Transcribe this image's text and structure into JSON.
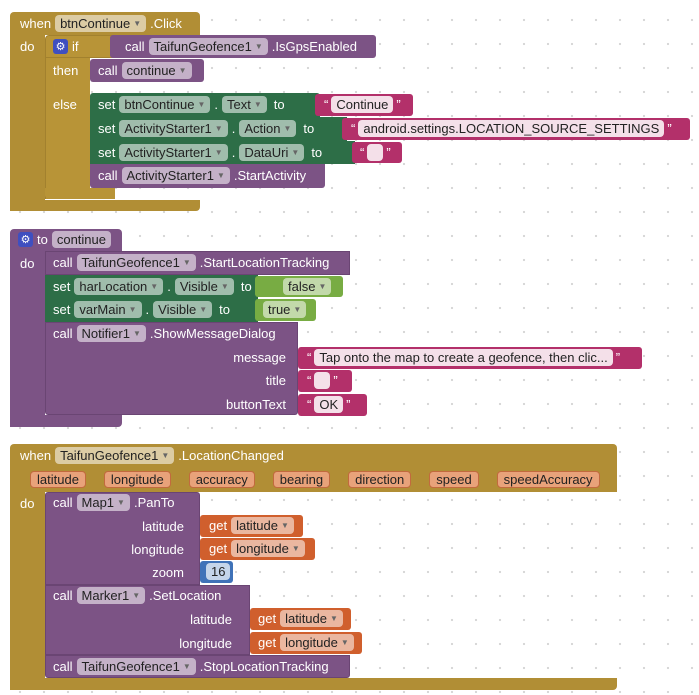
{
  "block1": {
    "when": "when",
    "component": "btnContinue",
    "event": ".Click",
    "do": "do",
    "if": "if",
    "then": "then",
    "else": "else",
    "cond": {
      "call": "call",
      "component": "TaifunGeofence1",
      "method": ".IsGpsEnabled"
    },
    "then_call": {
      "call": "call",
      "proc": "continue"
    },
    "set1": {
      "set": "set",
      "component": "btnContinue",
      "prop": "Text",
      "to": "to",
      "value": "Continue"
    },
    "set2": {
      "set": "set",
      "component": "ActivityStarter1",
      "prop": "Action",
      "to": "to",
      "value": "android.settings.LOCATION_SOURCE_SETTINGS"
    },
    "set3": {
      "set": "set",
      "component": "ActivityStarter1",
      "prop": "DataUri",
      "to": "to",
      "value": ""
    },
    "call4": {
      "call": "call",
      "component": "ActivityStarter1",
      "method": ".StartActivity"
    }
  },
  "block2": {
    "to": "to",
    "name": "continue",
    "do": "do",
    "c1": {
      "call": "call",
      "component": "TaifunGeofence1",
      "method": ".StartLocationTracking"
    },
    "s1": {
      "set": "set",
      "component": "harLocation",
      "prop": "Visible",
      "to": "to",
      "value": "false"
    },
    "s2": {
      "set": "set",
      "component": "varMain",
      "prop": "Visible",
      "to": "to",
      "value": "true"
    },
    "c2": {
      "call": "call",
      "component": "Notifier1",
      "method": ".ShowMessageDialog",
      "message_label": "message",
      "message": "Tap onto the map to create a geofence, then clic...",
      "title_label": "title",
      "title": "",
      "button_label": "buttonText",
      "button": "OK"
    }
  },
  "block3": {
    "when": "when",
    "component": "TaifunGeofence1",
    "event": ".LocationChanged",
    "do": "do",
    "params": [
      "latitude",
      "longitude",
      "accuracy",
      "bearing",
      "direction",
      "speed",
      "speedAccuracy"
    ],
    "pan": {
      "call": "call",
      "component": "Map1",
      "method": ".PanTo",
      "lat_label": "latitude",
      "lon_label": "longitude",
      "zoom_label": "zoom",
      "get": "get",
      "lat": "latitude",
      "lon": "longitude",
      "zoom": "16"
    },
    "marker": {
      "call": "call",
      "component": "Marker1",
      "method": ".SetLocation",
      "lat_label": "latitude",
      "lon_label": "longitude",
      "get": "get",
      "lat": "latitude",
      "lon": "longitude"
    },
    "stop": {
      "call": "call",
      "component": "TaifunGeofence1",
      "method": ".StopLocationTracking"
    }
  },
  "colors": {
    "event": "#b18e35",
    "procedure": "#7c5385",
    "setter": "#2d6e47",
    "text": "#b3306a",
    "logic": "#78ac43",
    "math": "#3f72b8",
    "variable": "#d05f2d"
  }
}
